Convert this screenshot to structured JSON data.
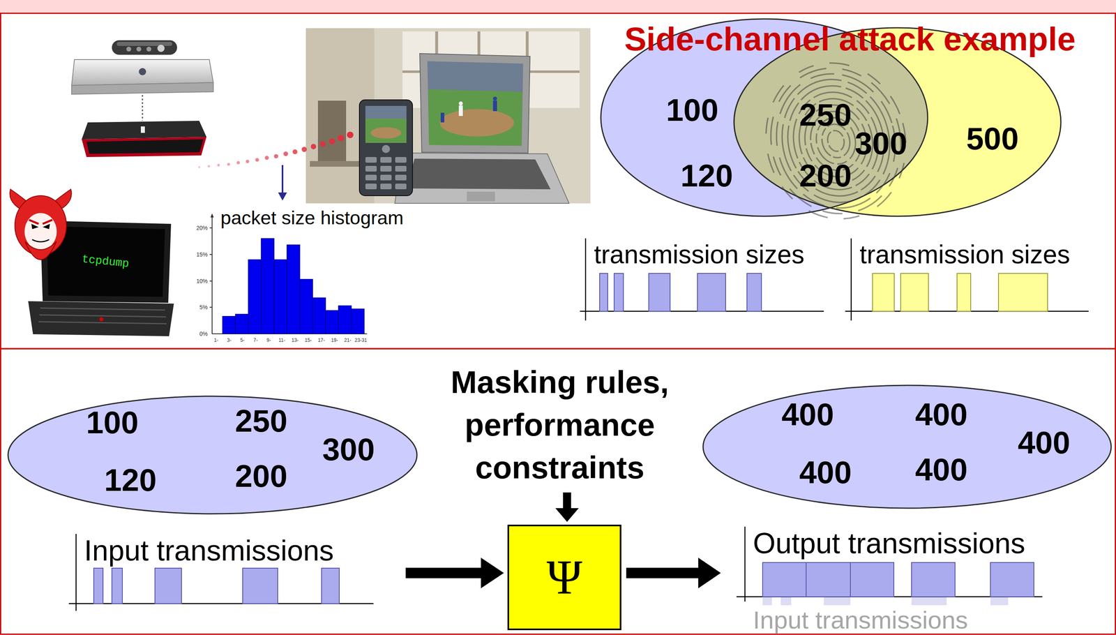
{
  "diagram": {
    "title": "Side-channel attack example",
    "nodes": [
      {
        "text": [
          "100",
          "120"
        ]
      },
      {
        "text": [
          "250",
          "300",
          "200"
        ]
      },
      {
        "text": [
          "500"
        ]
      },
      {
        "text": [
          "100",
          "250",
          "300",
          "120",
          "200"
        ]
      },
      {
        "text": [
          "Ψ"
        ]
      },
      {
        "text": [
          "400",
          "400",
          "400",
          "400",
          "400"
        ]
      }
    ],
    "labels": [
      "tcpdump",
      "packet size histogram",
      "20%",
      "15%",
      "10%",
      "5%",
      "0%",
      "1-",
      "3-",
      "5-",
      "7-",
      "9-",
      "11-",
      "13-",
      "15-",
      "17-",
      "19-",
      "21-",
      "23-31",
      "transmission sizes",
      "transmission sizes",
      "Masking rules, performance constraints",
      "Input transmissions",
      "Output transmissions",
      "Input transmissions"
    ]
  }
}
